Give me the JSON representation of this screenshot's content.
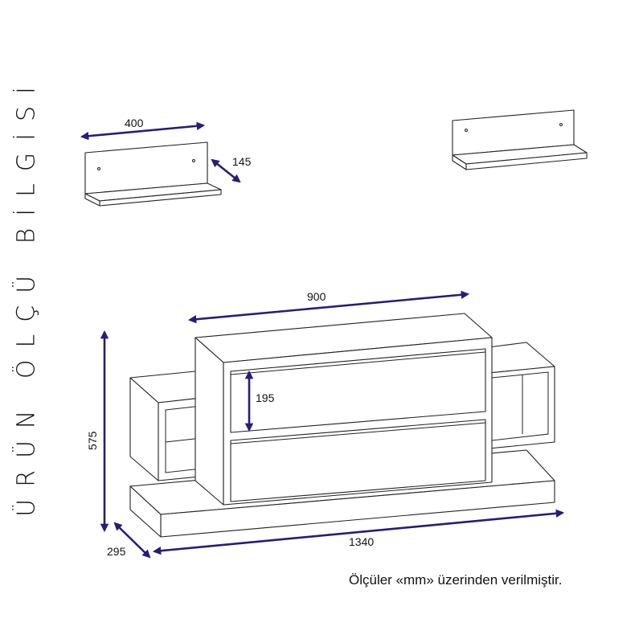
{
  "title": "ÜRÜN ÖLÇÜ BİLGİSİ",
  "note": "Ölçüler «mm» üzerinden verilmiştir.",
  "dimensions": {
    "shelf_width": "400",
    "shelf_depth": "145",
    "unit_top_width": "900",
    "unit_height": "575",
    "drawer_height": "195",
    "unit_depth": "295",
    "unit_width": "1340"
  },
  "colors": {
    "arrow": "#2a1b78",
    "line": "#222222"
  }
}
